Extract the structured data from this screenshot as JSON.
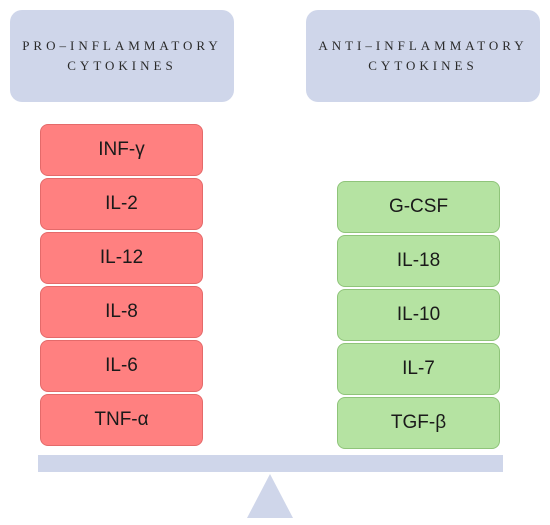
{
  "colors": {
    "header_bg": "#cfd6ea",
    "pro_block": "#ff8080",
    "pro_border": "#e46a6a",
    "anti_block": "#b5e3a2",
    "anti_border": "#8fc47a",
    "scale": "#cfd6ea"
  },
  "headers": {
    "left": {
      "line1": "PRO–INFLAMMATORY",
      "line2": "CYTOKINES"
    },
    "right": {
      "line1": "ANTI–INFLAMMATORY",
      "line2": "CYTOKINES"
    }
  },
  "pro_cytokines": [
    "INF-γ",
    "IL-2",
    "IL-12",
    "IL-8",
    "IL-6",
    "TNF-α"
  ],
  "anti_cytokines": [
    "G-CSF",
    "IL-18",
    "IL-10",
    "IL-7",
    "TGF-β"
  ]
}
